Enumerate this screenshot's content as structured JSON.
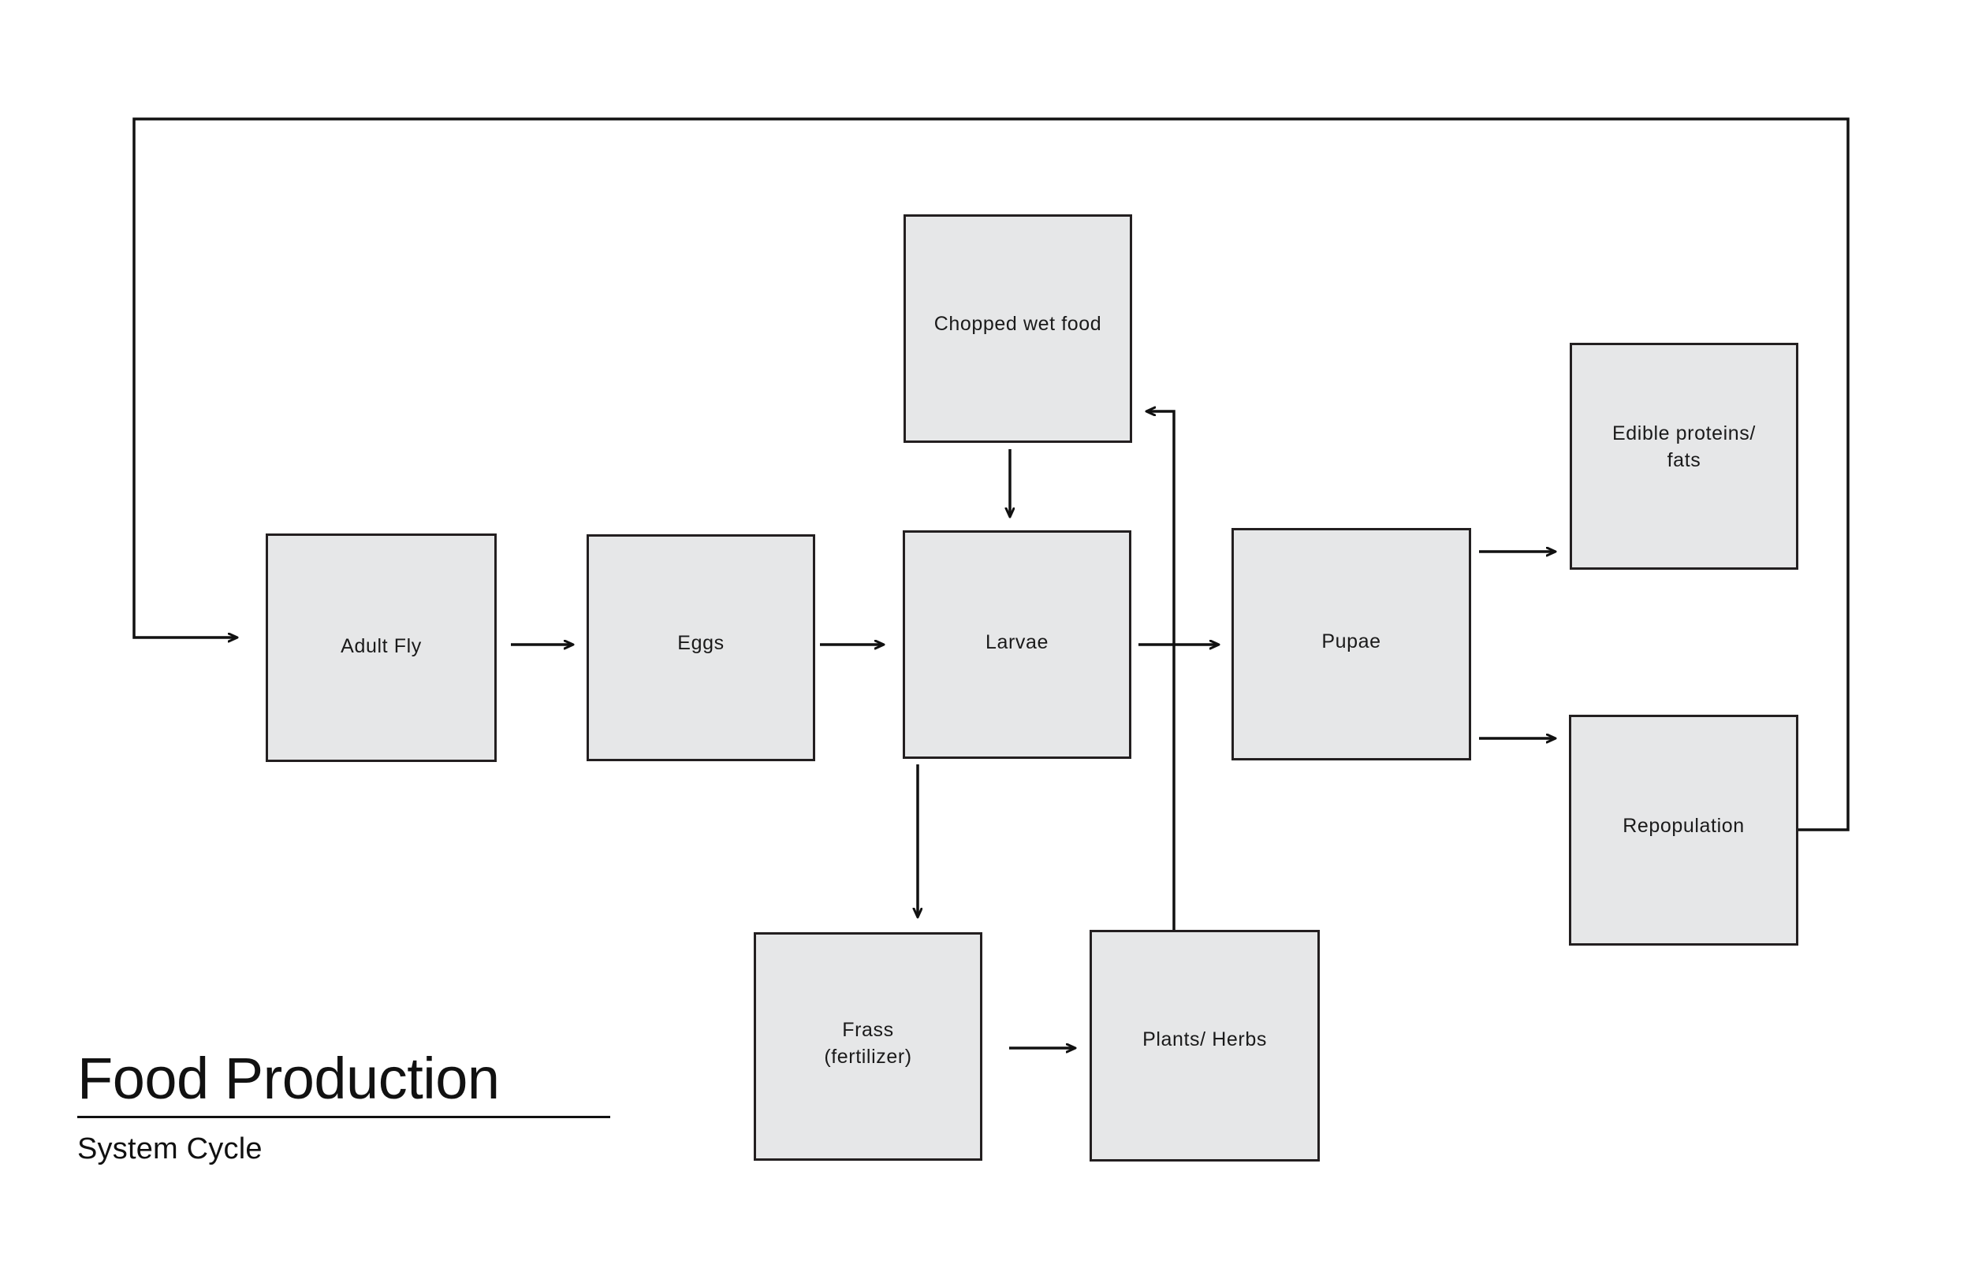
{
  "title": {
    "main": "Food Production",
    "sub": "System Cycle"
  },
  "diagram": {
    "type": "flowchart",
    "nodes": [
      {
        "id": "adult-fly",
        "label": "Adult Fly"
      },
      {
        "id": "eggs",
        "label": "Eggs"
      },
      {
        "id": "larvae",
        "label": "Larvae"
      },
      {
        "id": "chopped-wet-food",
        "label": "Chopped wet food"
      },
      {
        "id": "pupae",
        "label": "Pupae"
      },
      {
        "id": "edible-proteins",
        "label": "Edible proteins/\nfats"
      },
      {
        "id": "repopulation",
        "label": "Repopulation"
      },
      {
        "id": "frass",
        "label": "Frass\n(fertilizer)"
      },
      {
        "id": "plants-herbs",
        "label": "Plants/ Herbs"
      }
    ],
    "edges": [
      {
        "from": "repopulation",
        "to": "adult-fly",
        "style": "elbow"
      },
      {
        "from": "adult-fly",
        "to": "eggs",
        "style": "straight"
      },
      {
        "from": "eggs",
        "to": "larvae",
        "style": "straight"
      },
      {
        "from": "chopped-wet-food",
        "to": "larvae",
        "style": "straight"
      },
      {
        "from": "larvae",
        "to": "pupae",
        "style": "straight"
      },
      {
        "from": "larvae",
        "to": "frass",
        "style": "straight"
      },
      {
        "from": "frass",
        "to": "plants-herbs",
        "style": "straight"
      },
      {
        "from": "plants-herbs",
        "to": "chopped-wet-food",
        "style": "elbow"
      },
      {
        "from": "pupae",
        "to": "edible-proteins",
        "style": "straight"
      },
      {
        "from": "pupae",
        "to": "repopulation",
        "style": "straight"
      }
    ],
    "colors": {
      "node_fill": "#e6e7e8",
      "node_stroke": "#231f20",
      "line": "#111111",
      "background": "#ffffff",
      "text": "#1a1a1a"
    }
  }
}
